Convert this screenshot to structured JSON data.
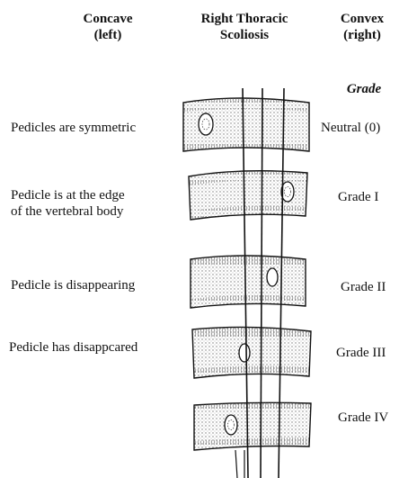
{
  "header": {
    "left_title": "Concave",
    "left_sub": "(left)",
    "center_title": "Right Thoracic",
    "center_sub": "Scoliosis",
    "right_title": "Convex",
    "right_sub": "(right)",
    "grade_heading": "Grade"
  },
  "rows": [
    {
      "description": [
        "Pedicles are symmetric"
      ],
      "grade": "Neutral (0)"
    },
    {
      "description": [
        "Pedicle is at the edge",
        "of the vertebral body"
      ],
      "grade": "Grade I"
    },
    {
      "description": [
        "Pedicle is disappearing"
      ],
      "grade": "Grade II"
    },
    {
      "description": [
        "Pedicle has disappcared"
      ],
      "grade": "Grade III"
    },
    {
      "description": [],
      "grade": "Grade IV"
    }
  ]
}
